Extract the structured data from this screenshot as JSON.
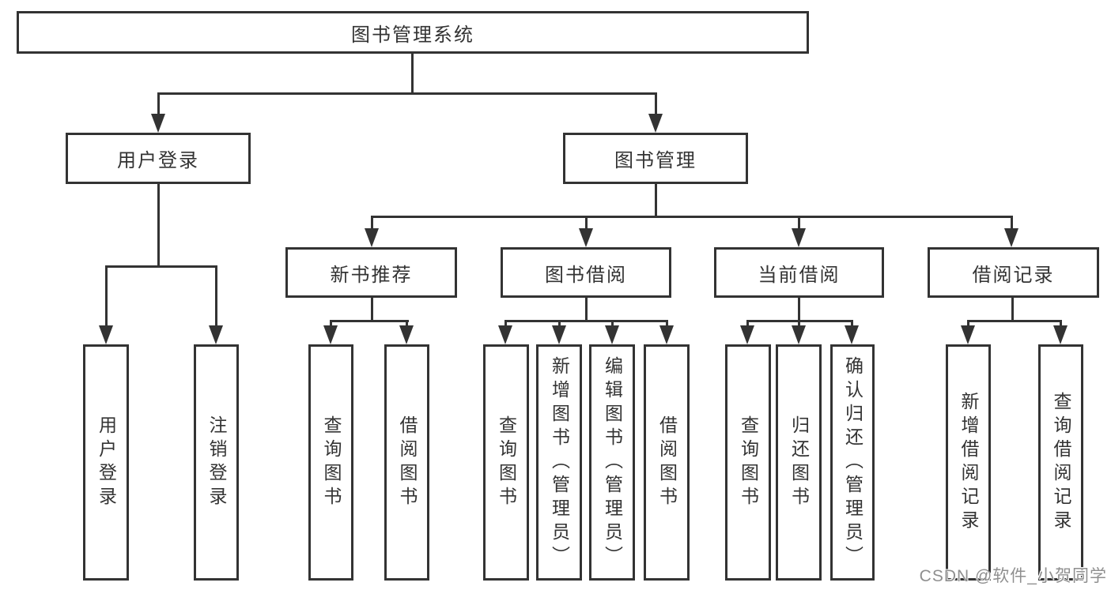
{
  "diagram": {
    "root": {
      "label": "图书管理系统"
    },
    "branches": [
      {
        "label": "用户登录"
      },
      {
        "label": "图书管理"
      }
    ],
    "modules": [
      {
        "label": "新书推荐"
      },
      {
        "label": "图书借阅"
      },
      {
        "label": "当前借阅"
      },
      {
        "label": "借阅记录"
      }
    ],
    "leaves": [
      {
        "label": "用户登录"
      },
      {
        "label": "注销登录"
      },
      {
        "label": "查询图书"
      },
      {
        "label": "借阅图书"
      },
      {
        "label": "查询图书"
      },
      {
        "label": "新增图书（管理员）"
      },
      {
        "label": "编辑图书（管理员）"
      },
      {
        "label": "借阅图书"
      },
      {
        "label": "查询图书"
      },
      {
        "label": "归还图书"
      },
      {
        "label": "确认归还（管理员）"
      },
      {
        "label": "新增借阅记录"
      },
      {
        "label": "查询借阅记录"
      }
    ],
    "colors": {
      "line": "#333333",
      "text": "#333333",
      "watermark": "#8f8f8f",
      "background": "#ffffff"
    }
  },
  "watermark": {
    "label": "CSDN @软件_小贺同学"
  }
}
